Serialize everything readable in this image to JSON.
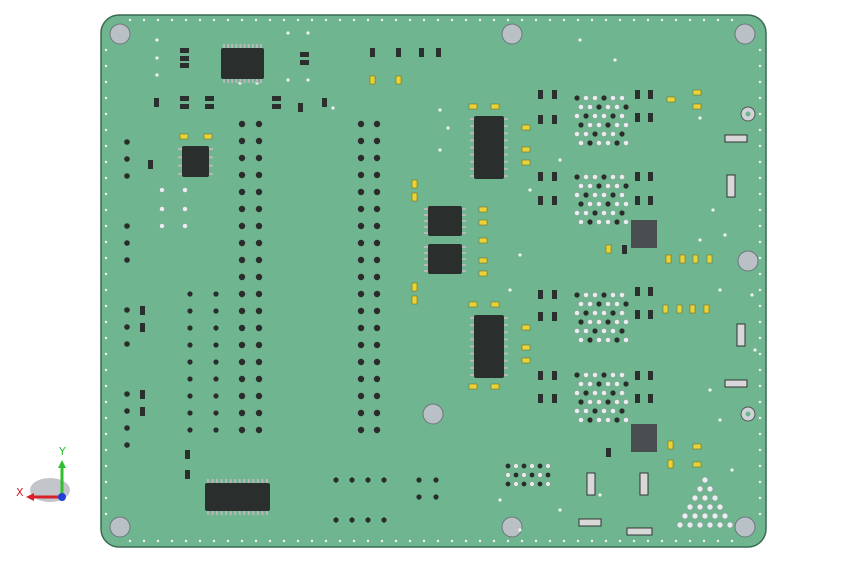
{
  "viewport": {
    "title": "",
    "background_color": "#ffffff"
  },
  "board": {
    "fill_color": "#6fb690",
    "edge_color": "#3a6a52",
    "pad_color": "#2b2b2b",
    "hole_color": "#e8eef0",
    "mount_hole_color": "#b9c0c6",
    "smd_body_color": "#2a2f2e",
    "smd_pin_color": "#b8b8b8",
    "cap_color": "#e7d43a",
    "connector_color": "#d8d8d8"
  },
  "axis_triad": {
    "x_label": "X",
    "y_label": "Y",
    "x_color": "#d8202a",
    "y_color": "#2fbf2f",
    "z_color": "#2040d8",
    "base_color": "#9aa0a6"
  },
  "components": {
    "ic_packages": [
      "soic-16",
      "tssop-24",
      "soic-8",
      "soic-16-pair",
      "qfn-pair"
    ],
    "mount_holes": 8
  }
}
